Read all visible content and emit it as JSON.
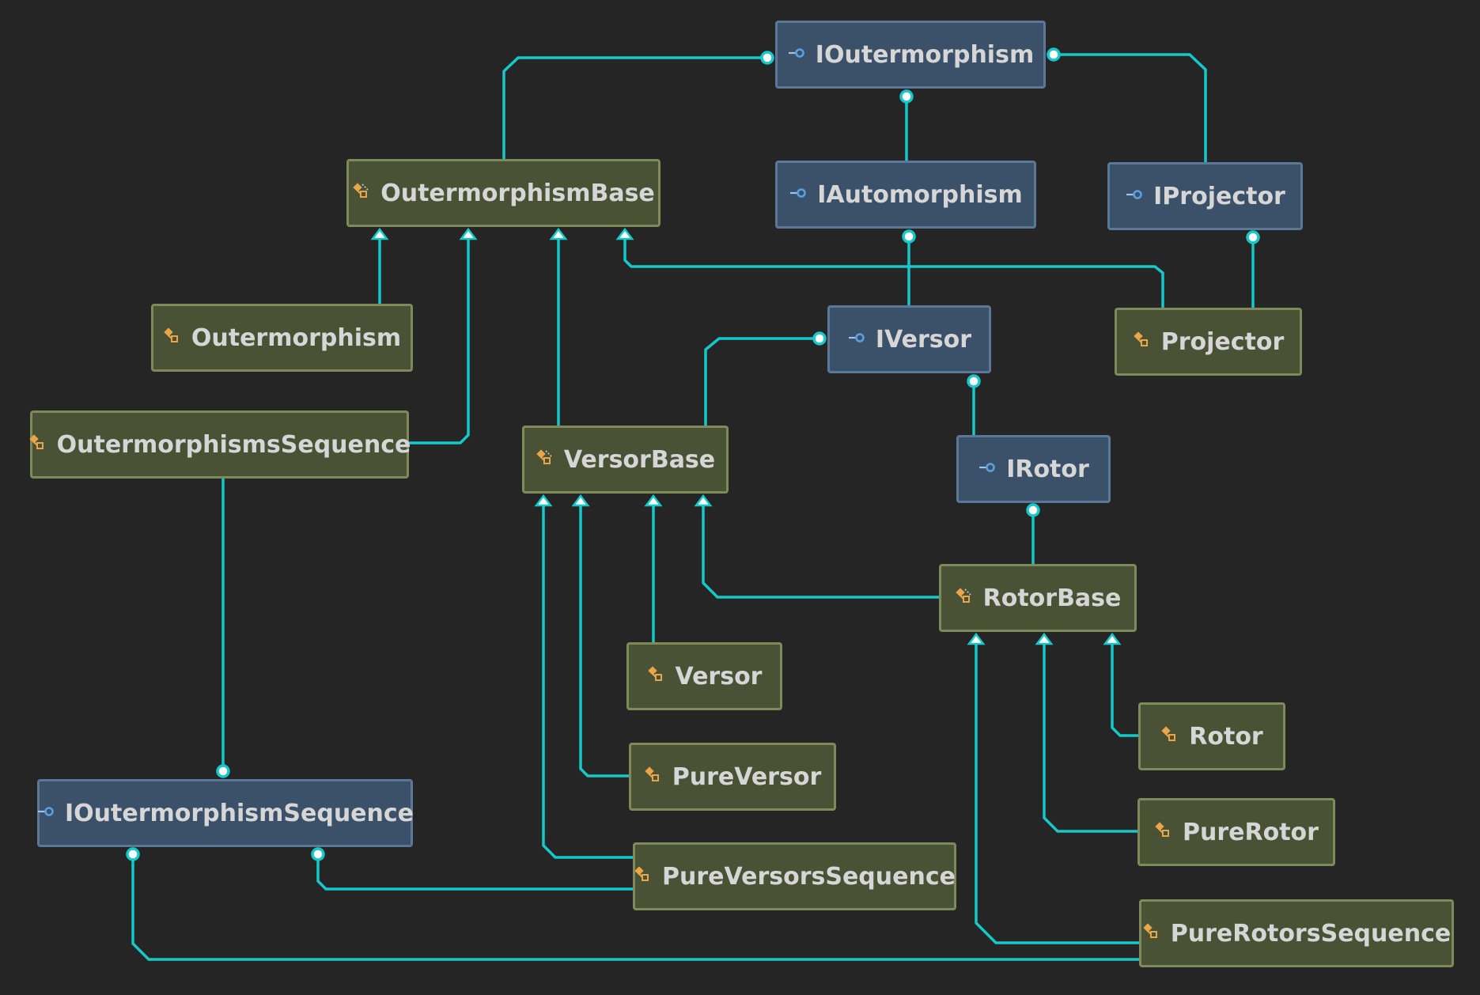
{
  "colors": {
    "background": "#252526",
    "connector": "#16c8c8",
    "interface_fill": "#3b5069",
    "interface_border": "#5b7898",
    "class_fill": "#4a5235",
    "class_border": "#7f8a5a",
    "text": "#d6d6d6",
    "class_icon": "#e8a54a",
    "interface_icon": "#5aa0e0"
  },
  "nodes": {
    "ioutermorphism": {
      "label": "IOutermorphism",
      "kind": "interface",
      "icon": "interface-icon"
    },
    "outermorphismbase": {
      "label": "OutermorphismBase",
      "kind": "abstract-class",
      "icon": "abstract-class-icon"
    },
    "iautomorphism": {
      "label": "IAutomorphism",
      "kind": "interface",
      "icon": "interface-icon"
    },
    "iprojector": {
      "label": "IProjector",
      "kind": "interface",
      "icon": "interface-icon"
    },
    "outermorphism": {
      "label": "Outermorphism",
      "kind": "class",
      "icon": "class-icon"
    },
    "iversor": {
      "label": "IVersor",
      "kind": "interface",
      "icon": "interface-icon"
    },
    "projector": {
      "label": "Projector",
      "kind": "class",
      "icon": "class-icon"
    },
    "outermorphismssequence": {
      "label": "OutermorphismsSequence",
      "kind": "class",
      "icon": "class-icon"
    },
    "versorbase": {
      "label": "VersorBase",
      "kind": "abstract-class",
      "icon": "abstract-class-icon"
    },
    "irotor": {
      "label": "IRotor",
      "kind": "interface",
      "icon": "interface-icon"
    },
    "rotorbase": {
      "label": "RotorBase",
      "kind": "abstract-class",
      "icon": "abstract-class-icon"
    },
    "versor": {
      "label": "Versor",
      "kind": "class",
      "icon": "class-icon"
    },
    "rotor": {
      "label": "Rotor",
      "kind": "class",
      "icon": "class-icon"
    },
    "pureversor": {
      "label": "PureVersor",
      "kind": "class",
      "icon": "class-icon"
    },
    "ioutermorphismsequence": {
      "label": "IOutermorphismSequence",
      "kind": "interface",
      "icon": "interface-icon"
    },
    "purerotor": {
      "label": "PureRotor",
      "kind": "class",
      "icon": "class-icon"
    },
    "pureversorssequence": {
      "label": "PureVersorsSequence",
      "kind": "class",
      "icon": "class-icon"
    },
    "purerotorssequence": {
      "label": "PureRotorsSequence",
      "kind": "class",
      "icon": "class-icon"
    }
  },
  "edges": [
    {
      "from": "outermorphismbase",
      "to": "ioutermorphism",
      "relation": "implements"
    },
    {
      "from": "iautomorphism",
      "to": "ioutermorphism",
      "relation": "implements"
    },
    {
      "from": "iprojector",
      "to": "ioutermorphism",
      "relation": "implements"
    },
    {
      "from": "outermorphism",
      "to": "outermorphismbase",
      "relation": "inherits"
    },
    {
      "from": "outermorphismssequence",
      "to": "outermorphismbase",
      "relation": "inherits"
    },
    {
      "from": "versorbase",
      "to": "outermorphismbase",
      "relation": "inherits"
    },
    {
      "from": "projector",
      "to": "outermorphismbase",
      "relation": "inherits"
    },
    {
      "from": "iversor",
      "to": "iautomorphism",
      "relation": "implements"
    },
    {
      "from": "projector",
      "to": "iprojector",
      "relation": "implements"
    },
    {
      "from": "versorbase",
      "to": "iversor",
      "relation": "implements"
    },
    {
      "from": "irotor",
      "to": "iversor",
      "relation": "implements"
    },
    {
      "from": "rotorbase",
      "to": "irotor",
      "relation": "implements"
    },
    {
      "from": "rotorbase",
      "to": "versorbase",
      "relation": "inherits"
    },
    {
      "from": "versor",
      "to": "versorbase",
      "relation": "inherits"
    },
    {
      "from": "pureversor",
      "to": "versorbase",
      "relation": "inherits"
    },
    {
      "from": "pureversorssequence",
      "to": "versorbase",
      "relation": "inherits"
    },
    {
      "from": "rotor",
      "to": "rotorbase",
      "relation": "inherits"
    },
    {
      "from": "purerotor",
      "to": "rotorbase",
      "relation": "inherits"
    },
    {
      "from": "purerotorssequence",
      "to": "rotorbase",
      "relation": "inherits"
    },
    {
      "from": "outermorphismssequence",
      "to": "ioutermorphismsequence",
      "relation": "implements"
    },
    {
      "from": "pureversorssequence",
      "to": "ioutermorphismsequence",
      "relation": "implements"
    },
    {
      "from": "purerotorssequence",
      "to": "ioutermorphismsequence",
      "relation": "implements"
    }
  ]
}
